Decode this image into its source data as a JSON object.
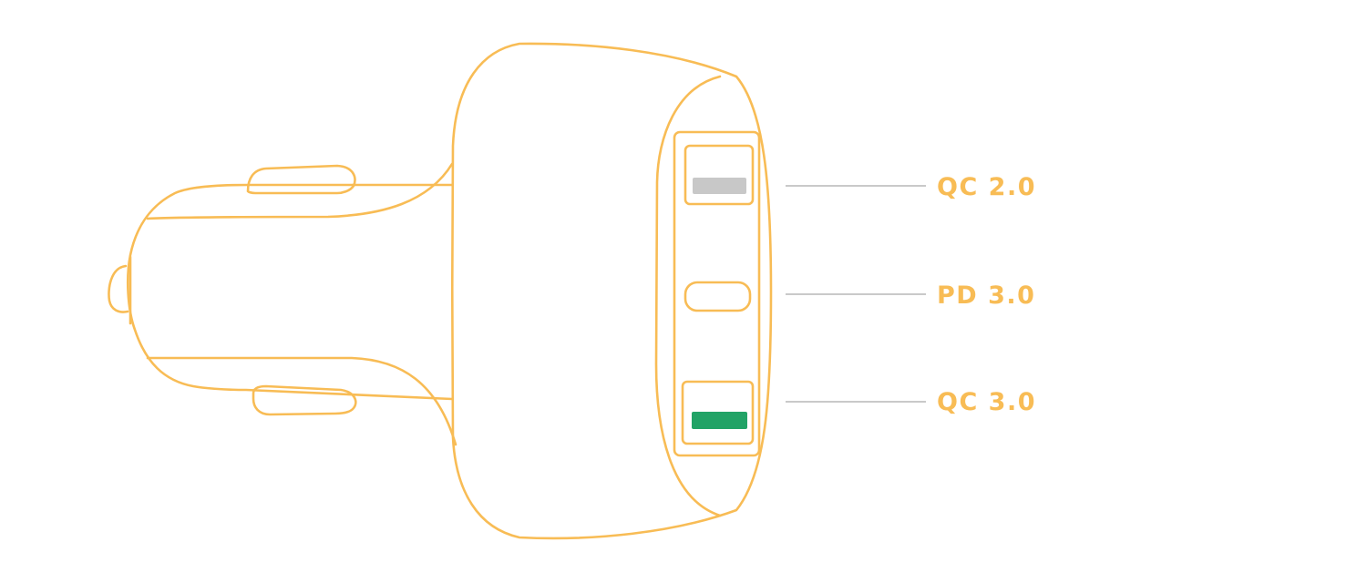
{
  "diagram": {
    "colors": {
      "outline": "#F8BC55",
      "leader_line": "#C9C9C9",
      "label_text": "#F8BC55",
      "qc2_port_fill": "#C8C8C8",
      "qc3_port_fill": "#21A366"
    },
    "ports": [
      {
        "label": "QC 2.0",
        "kind": "usb-a",
        "fill": "#C8C8C8"
      },
      {
        "label": "PD 3.0",
        "kind": "usb-c"
      },
      {
        "label": "QC 3.0",
        "kind": "usb-a",
        "fill": "#21A366"
      }
    ]
  }
}
